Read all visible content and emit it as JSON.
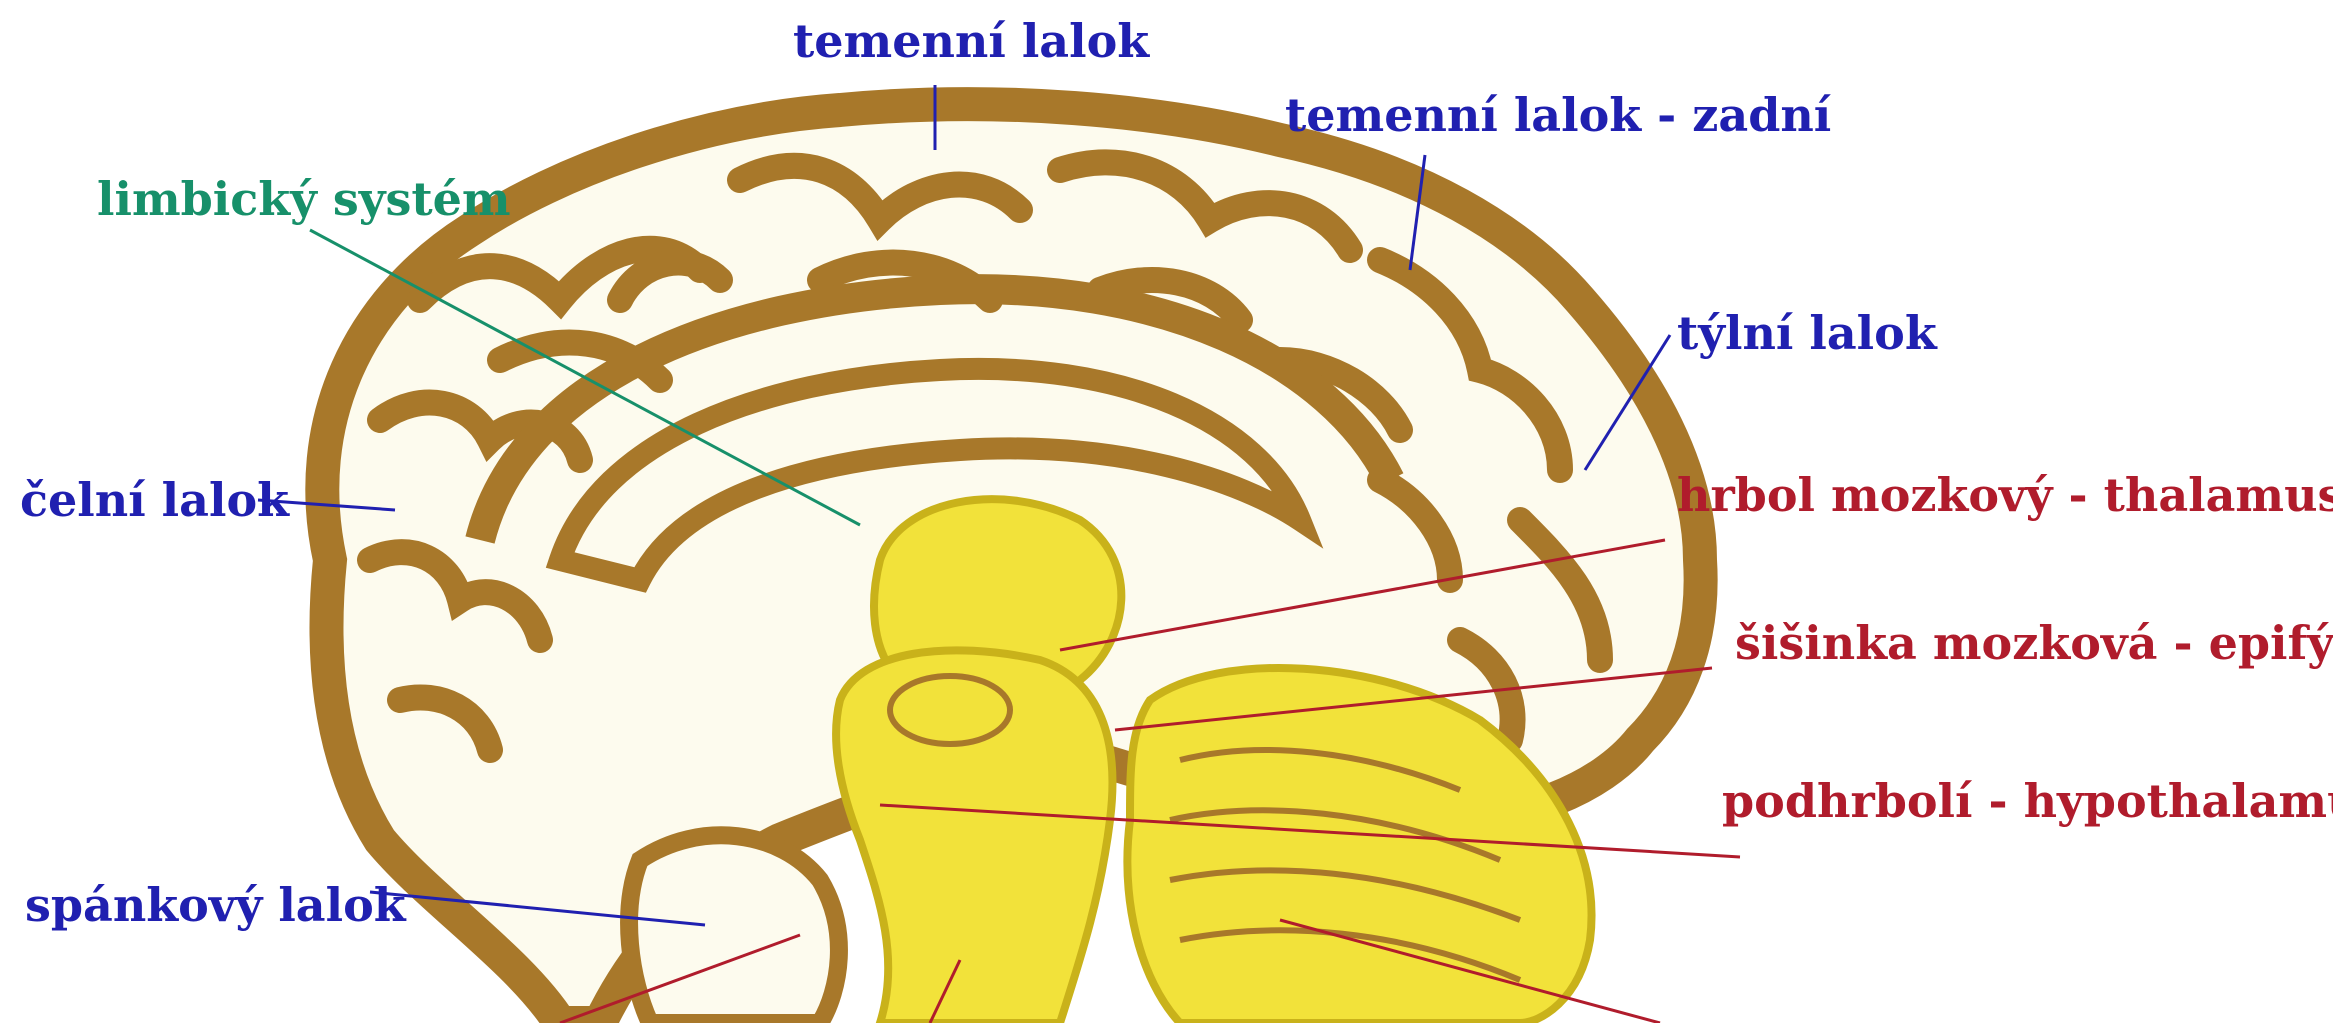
{
  "diagram": {
    "colors": {
      "cortex": "#a8782a",
      "cortex_fill": "#fdfbee",
      "deep_structures": "#f2e23a",
      "deep_dark": "#c9b21a",
      "lobe_label": "#2020b0",
      "limbic_label": "#17906a",
      "structure_label": "#b01c2c"
    },
    "labels": {
      "parietal": "temenní lalok",
      "parietal_posterior": "temenní lalok - zadní",
      "limbic": "limbický systém",
      "occipital": "týlní lalok",
      "frontal": "čelní lalok",
      "thalamus": "hrbol mozkový - thalamus",
      "epiphysis": "šišinka mozková - epifýza",
      "hypothalamus": "podhrbolí  - hypothalamus",
      "temporal": "spánkový lalok"
    }
  }
}
